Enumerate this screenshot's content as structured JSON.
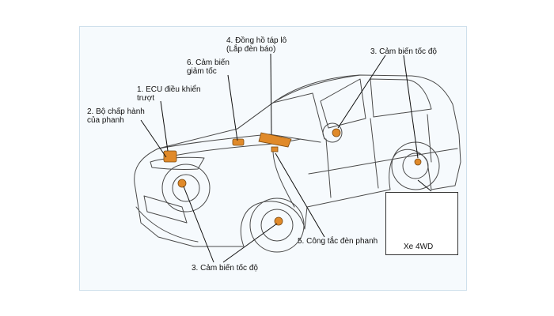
{
  "labels": {
    "ecu": [
      "1.  ECU điều khiển",
      "     trượt"
    ],
    "actuator": [
      "2. Bộ chấp hành",
      "    của phanh"
    ],
    "speed_sensor_rear": "3. Cảm biến tốc độ",
    "speed_sensor_front": "3. Cảm biến tốc độ",
    "dashboard": [
      "4.  Đồng hồ táp lô",
      "     (Lắp đèn báo)"
    ],
    "brake_switch": "5. Công tắc đèn phanh",
    "decel_sensor": [
      "6. Cảm biến",
      "    giảm tốc"
    ],
    "inset_caption": "Xe 4WD"
  },
  "colors": {
    "frame_bg": "#f6fafd",
    "car_line": "#4a4a4a",
    "component": "#e08a2a",
    "leader": "#111111"
  }
}
